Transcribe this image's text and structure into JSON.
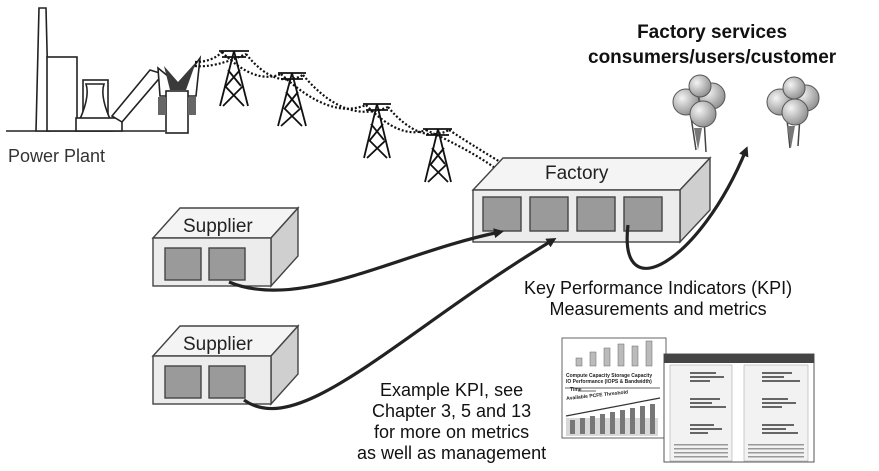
{
  "labels": {
    "power_plant": "Power Plant",
    "consumers_line1": "Factory services",
    "consumers_line2": "consumers/users/customer",
    "factory": "Factory",
    "supplier_1": "Supplier",
    "supplier_2": "Supplier",
    "kpi_line1": "Key Performance Indicators (KPI)",
    "kpi_line2": "Measurements and metrics",
    "example_line1": "Example KPI, see",
    "example_line2": "Chapter 3, 5 and 13",
    "example_line3": "for more on metrics",
    "example_line4": "as well as management"
  },
  "kpi_thumbnail": {
    "legend_line1": "Compute Capacity  Storage Capacity",
    "legend_line2": "IO Performance (IOPS & Bandwidth)",
    "time_label": "Time",
    "threshold_label": "Available PCFE Threshold"
  },
  "colors": {
    "outline": "#333333",
    "box_fill": "#f2f2f2",
    "box_side": "#cfcfcf",
    "door": "#9a9a9a",
    "balloon": "#b8b8b8"
  }
}
